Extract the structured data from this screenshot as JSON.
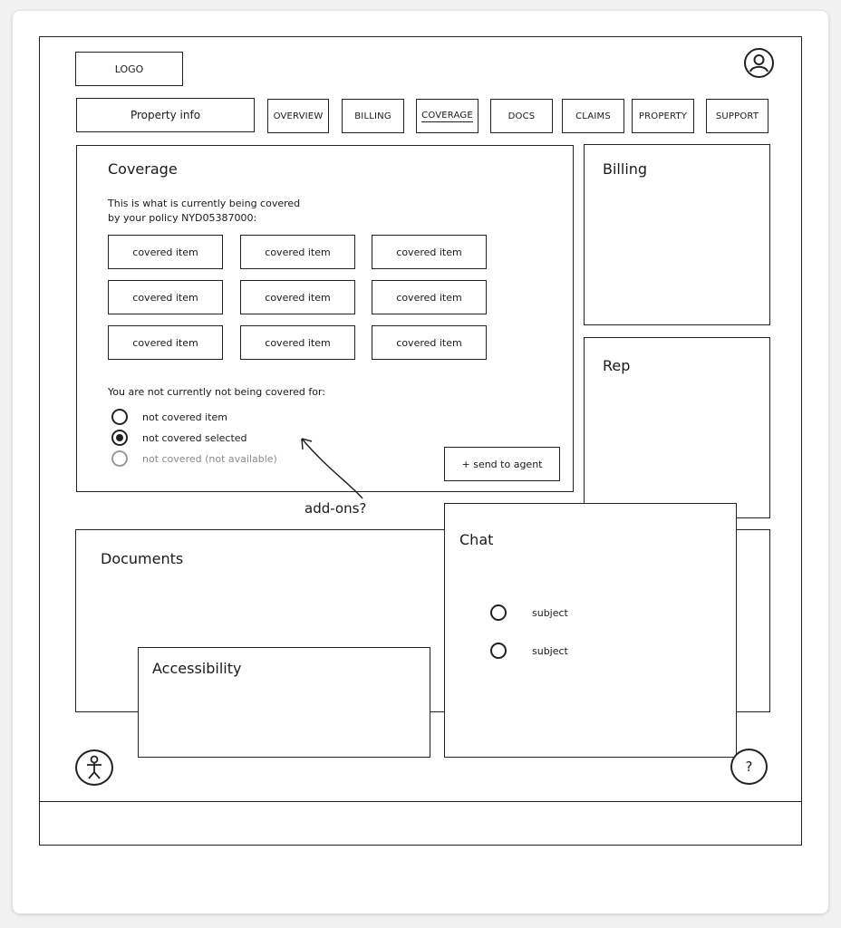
{
  "header": {
    "logo_label": "LOGO",
    "property_info_label": "Property info",
    "nav": [
      {
        "label": "OVERVIEW"
      },
      {
        "label": "BILLING"
      },
      {
        "label": "COVERAGE"
      },
      {
        "label": "DOCS"
      },
      {
        "label": "CLAIMS"
      },
      {
        "label": "PROPERTY"
      },
      {
        "label": "SUPPORT"
      }
    ],
    "active_tab": "COVERAGE"
  },
  "coverage": {
    "title": "Coverage",
    "intro_line1": "This is what is currently being covered",
    "intro_line2": "by your policy NYD05387000:",
    "items": [
      "covered item",
      "covered item",
      "covered item",
      "covered item",
      "covered item",
      "covered item",
      "covered item",
      "covered item",
      "covered item"
    ],
    "not_covered_heading": "You are not currently not being covered for:",
    "options": [
      {
        "label": "not covered item",
        "state": "unselected"
      },
      {
        "label": "not covered selected",
        "state": "selected"
      },
      {
        "label": "not covered (not available)",
        "state": "disabled"
      }
    ],
    "send_button": "+ send to agent",
    "annotation": "add-ons?"
  },
  "billing": {
    "title": "Billing"
  },
  "rep": {
    "title": "Rep"
  },
  "documents": {
    "title": "Documents"
  },
  "accessibility": {
    "title": "Accessibility"
  },
  "chat": {
    "title": "Chat",
    "subjects": [
      {
        "label": "subject"
      },
      {
        "label": "subject"
      }
    ]
  },
  "icons": {
    "user": "user-profile-icon",
    "accessibility": "accessibility-person-icon",
    "help": "help-question-icon",
    "help_glyph": "?"
  }
}
